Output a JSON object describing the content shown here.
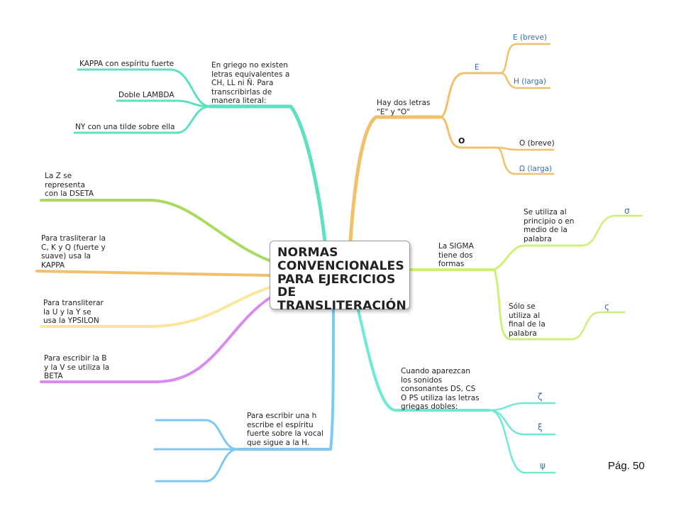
{
  "central": {
    "title": "NORMAS\nCONVENCIONALES\nPARA EJERCICIOS DE\nTRANSLITERACIÓN"
  },
  "colors": {
    "teal": "#5ee0c1",
    "green": "#a9dc5e",
    "orange": "#f0c16a",
    "yellow": "#fbe79c",
    "purple": "#d98cf0",
    "blue": "#7dc9f3",
    "lime": "#cdf077",
    "cyan": "#6ee9d6",
    "greek_label": "#3b6ea5"
  },
  "branches": {
    "no_equivalents": {
      "label": "En griego no existen\nletras equivalentes a\nCH, LL ni Ñ. Para\ntranscribirlas de\nmanera literal:",
      "children": [
        "KAPPA con espíritu fuerte",
        "Doble LAMBDA",
        "NY con una tilde sobre ella"
      ]
    },
    "z_dseta": {
      "label": "La Z se\nrepresenta\ncon la DSETA"
    },
    "ckq_kappa": {
      "label": "Para trasliterar la\nC, K y Q (fuerte y\nsuave) usa la\nKAPPA"
    },
    "uy_ypsilon": {
      "label": "Para transliterar\nla U y la Y se\nusa la YPSILON"
    },
    "bv_beta": {
      "label": "Para escribir la B\ny la V se utiliza la\nBETA"
    },
    "h_spirit": {
      "label": "Para escribir una h\nescribe el espíritu\nfuerte sobre la vocal\nque sigue a la H."
    },
    "e_and_o": {
      "label": "Hay dos letras\n\"E\" y \"O\"",
      "e": {
        "label": "E",
        "children": [
          "E (breve)",
          "H (larga)"
        ]
      },
      "o": {
        "label": "O",
        "children": [
          "O (breve)",
          "Ω (larga)"
        ]
      }
    },
    "sigma": {
      "label": "La SIGMA\ntiene dos\nformas",
      "first": {
        "label": "Se utiliza al\nprincipio o en\nmedio de la\npalabra",
        "symbol": "σ"
      },
      "final": {
        "label": "Sólo se\nutiliza al\nfinal de la\npalabra",
        "symbol": "ς"
      }
    },
    "double_letters": {
      "label": "Cuando aparezcan\nlos sonidos\nconsonantes DS, CS\nO PS utiliza las letras\ngriegas dobles:",
      "children": [
        "ζ",
        "ξ",
        "ψ"
      ]
    }
  },
  "page_number": "Pág. 50"
}
